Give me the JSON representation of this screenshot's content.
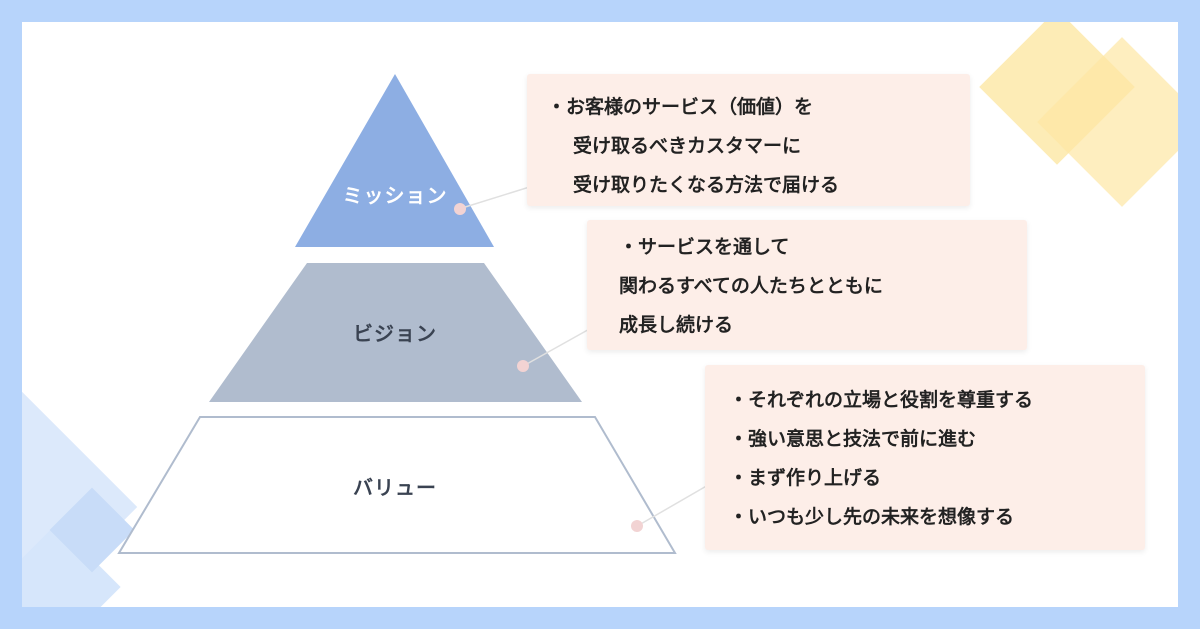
{
  "pyramid": {
    "tiers": [
      {
        "label": "ミッション",
        "fill": "#8daee3"
      },
      {
        "label": "ビジョン",
        "fill": "#b0bcce"
      },
      {
        "label": "バリュー",
        "fill": "#ffffff",
        "stroke": "#b0bcce"
      }
    ]
  },
  "callouts": {
    "mission": [
      "・お客様のサービス（価値）を",
      "受け取るべきカスタマーに",
      "受け取りたくなる方法で届ける"
    ],
    "vision": [
      "・サービスを通して",
      "関わるすべての人たちとともに",
      "成長し続ける"
    ],
    "value": [
      "・それぞれの立場と役割を尊重する",
      "・強い意思と技法で前に進む",
      "・まず作り上げる",
      "・いつも少し先の未来を想像する"
    ]
  },
  "colors": {
    "background": "#b7d4fb",
    "callout_bg": "#fdeee8",
    "connector": "#e0e0e0",
    "dot": "#f2d3d3"
  }
}
